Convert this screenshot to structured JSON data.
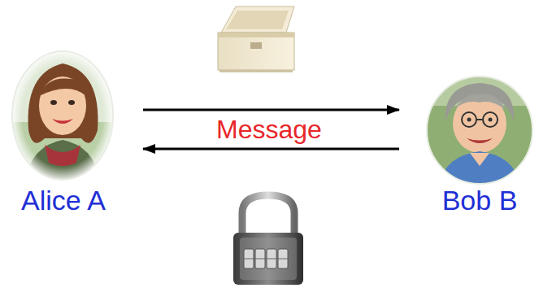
{
  "diagram": {
    "nodes": [
      {
        "text": [
          "Alice A"
        ]
      },
      {
        "text": [
          "Bob B"
        ]
      }
    ],
    "edges": [
      {
        "from": 0,
        "to": 1,
        "arrow": "to"
      },
      {
        "from": 1,
        "to": 0,
        "arrow": "to"
      }
    ],
    "labels": [
      "Message"
    ]
  }
}
